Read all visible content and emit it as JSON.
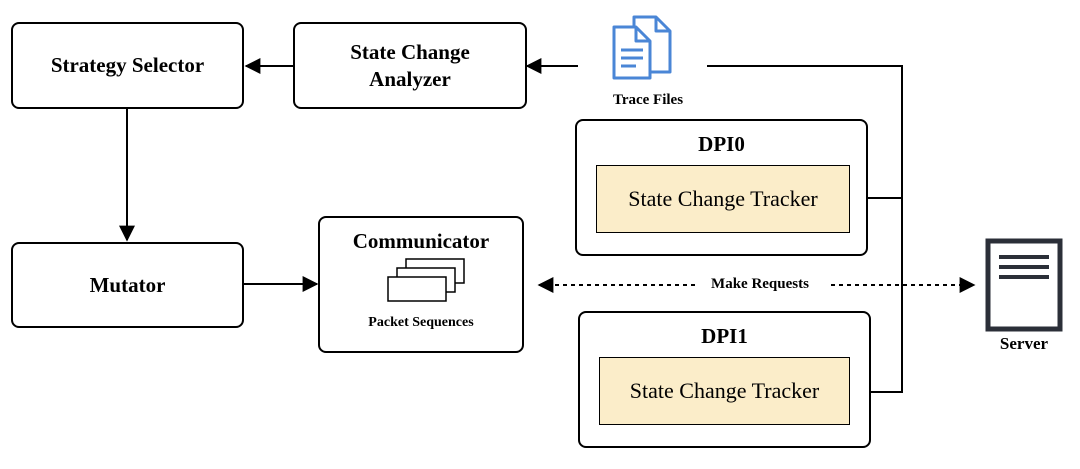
{
  "nodes": {
    "strategy_selector": "Strategy Selector",
    "state_change_analyzer": "State Change Analyzer",
    "trace_files": "Trace Files",
    "mutator": "Mutator",
    "communicator": "Communicator",
    "packet_sequences": "Packet Sequences",
    "dpi0": {
      "title": "DPI0",
      "tracker": "State Change Tracker"
    },
    "dpi1": {
      "title": "DPI1",
      "tracker": "State Change Tracker"
    },
    "server": "Server"
  },
  "edges": {
    "make_requests": "Make Requests"
  },
  "colors": {
    "tracker_fill": "#fbedc9",
    "file_icon": "#4a86d6",
    "stroke": "#000000"
  },
  "icons": {
    "trace_files": "document-stack-icon",
    "packet_sequences": "stacked-cards-icon",
    "server": "server-icon"
  }
}
